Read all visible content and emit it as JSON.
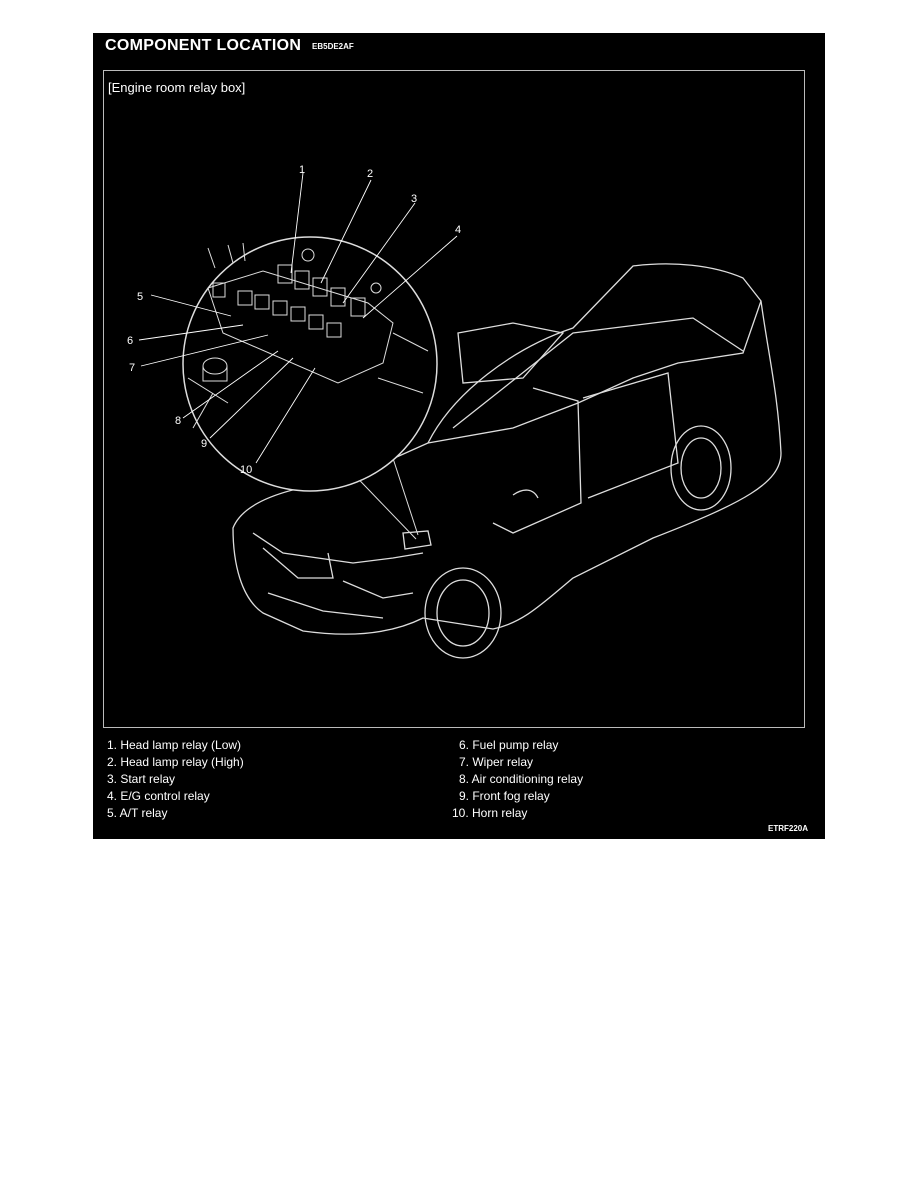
{
  "header": {
    "title": "COMPONENT LOCATION",
    "code": "EB5DE2AF"
  },
  "panel": {
    "label": "[Engine room relay box]"
  },
  "callouts": [
    "1",
    "2",
    "3",
    "4",
    "5",
    "6",
    "7",
    "8",
    "9",
    "10"
  ],
  "legend": [
    "1. Head lamp relay (Low)",
    "2. Head lamp relay (High)",
    "3. Start relay",
    "4. E/G control relay",
    "5. A/T relay",
    "6. Fuel pump relay",
    "7. Wiper relay",
    "8. Air conditioning relay",
    "9. Front fog relay",
    "10. Horn relay"
  ],
  "figure_id": "ETRF220A"
}
